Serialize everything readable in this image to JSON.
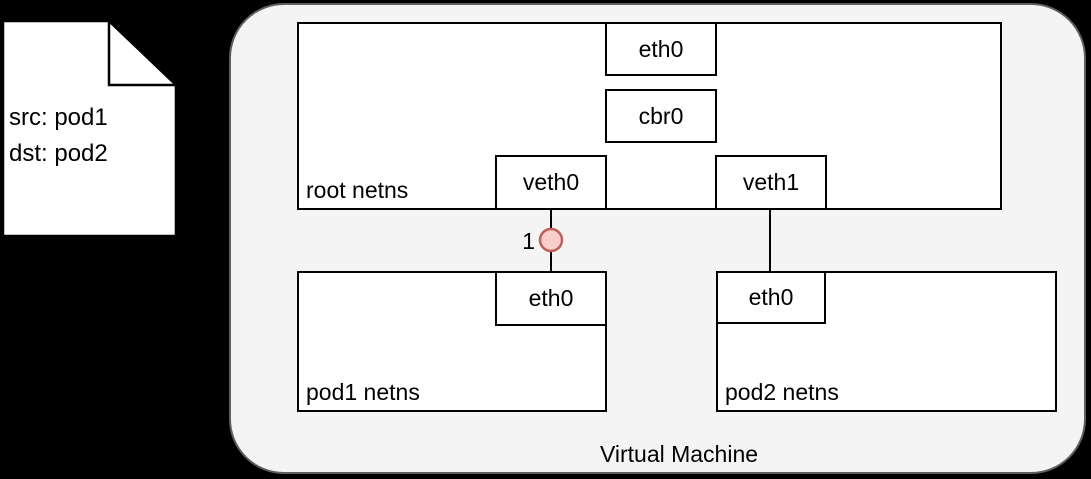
{
  "diagram": {
    "packet_note": {
      "src_line": "src: pod1",
      "dst_line": "dst: pod2"
    },
    "vm": {
      "label": "Virtual Machine"
    },
    "root_netns": {
      "label": "root netns",
      "eth0_label": "eth0",
      "cbr0_label": "cbr0",
      "veth0_label": "veth0",
      "veth1_label": "veth1"
    },
    "pod1_netns": {
      "label": "pod1 netns",
      "eth0_label": "eth0"
    },
    "pod2_netns": {
      "label": "pod2 netns",
      "eth0_label": "eth0"
    },
    "marker": {
      "label": "1"
    },
    "colors": {
      "page_background": "#000000",
      "vm_fill": "#f4f4f4",
      "vm_border": "#5f5f5f",
      "box_fill": "#ffffff",
      "box_border": "#000000",
      "marker_fill": "#f8cecc",
      "marker_border": "#bf5f59"
    }
  }
}
